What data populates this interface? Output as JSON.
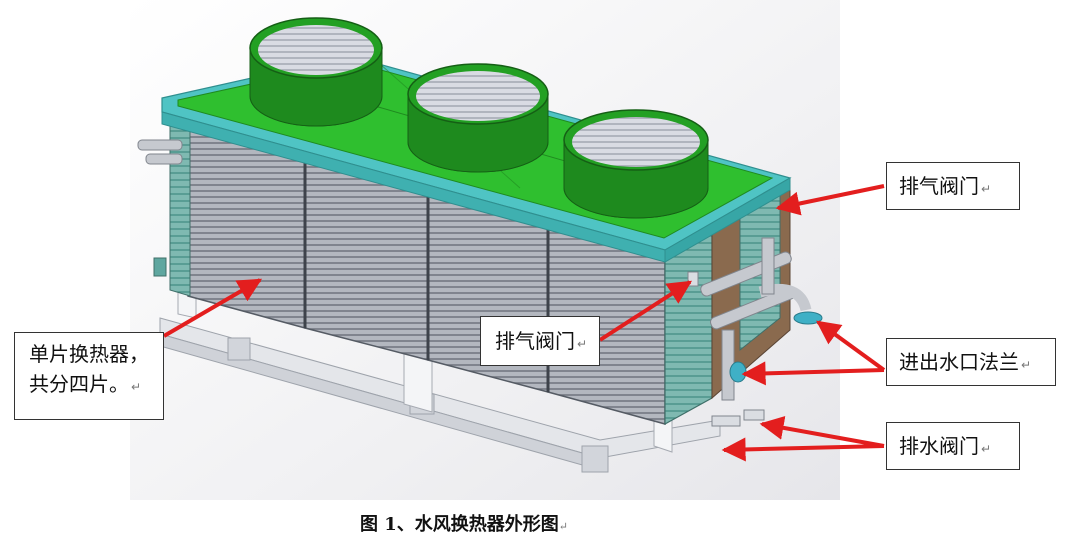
{
  "callouts": {
    "vent_valve_right": "排气阀门",
    "vent_valve_middle": "排气阀门",
    "inlet_outlet_flange": "进出水口法兰",
    "drain_valve": "排水阀门",
    "single_exchanger_line1": "单片换热器，",
    "single_exchanger_line2": "共分四片。"
  },
  "paragraph_mark": "↵",
  "caption": "图 1、水风换热器外形图",
  "colors": {
    "top_green": "#2fbf2f",
    "fan_ring": "#1e8a1e",
    "frame_cyan": "#4fc4c4",
    "fin_gray": "#a9adb6",
    "arrow_red": "#e31e1e",
    "pipe_gray": "#c6c9cf"
  }
}
